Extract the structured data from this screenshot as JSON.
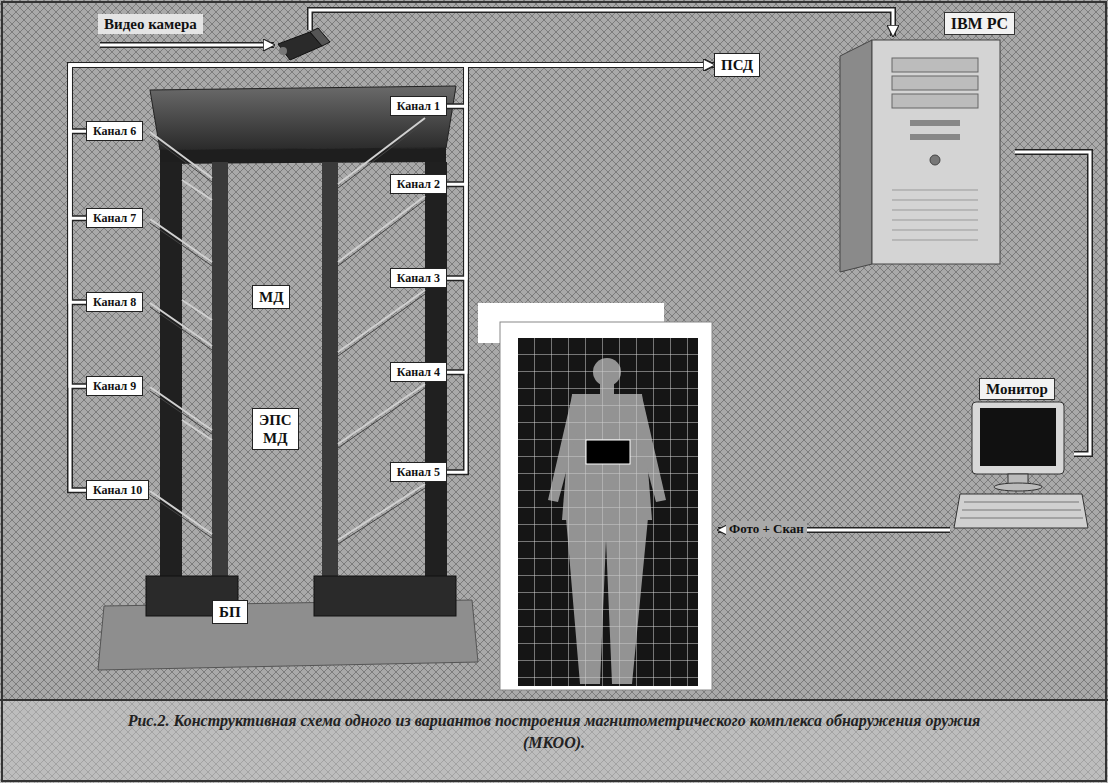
{
  "diagram": {
    "caption": "Рис.2. Конструктивная схема одного из вариантов построения магнитометрического комплекса обнаружения оружия (МКОО).",
    "nodes": [
      {
        "text": [
          "Видео камера"
        ]
      },
      {
        "text": [
          "IBM PC"
        ]
      },
      {
        "text": [
          "ПСД"
        ]
      },
      {
        "text": [
          "Канал 6"
        ]
      },
      {
        "text": [
          "Канал 7"
        ]
      },
      {
        "text": [
          "Канал 8"
        ]
      },
      {
        "text": [
          "Канал 9"
        ]
      },
      {
        "text": [
          "Канал 10"
        ]
      },
      {
        "text": [
          "Канал 1"
        ]
      },
      {
        "text": [
          "Канал 2"
        ]
      },
      {
        "text": [
          "Канал 3"
        ]
      },
      {
        "text": [
          "Канал 4"
        ]
      },
      {
        "text": [
          "Канал 5"
        ]
      },
      {
        "text": [
          "МД"
        ]
      },
      {
        "text": [
          "ЭПС МД"
        ]
      },
      {
        "text": [
          "Монитор"
        ]
      },
      {
        "text": [
          "БП"
        ]
      }
    ],
    "edges": [
      {
        "from": 3,
        "to": 2,
        "arrow": "to"
      },
      {
        "from": 4,
        "to": 2,
        "arrow": "to"
      },
      {
        "from": 5,
        "to": 2,
        "arrow": "to"
      },
      {
        "from": 6,
        "to": 2,
        "arrow": "to"
      },
      {
        "from": 7,
        "to": 2,
        "arrow": "to"
      },
      {
        "from": 8,
        "to": 2,
        "arrow": "to"
      },
      {
        "from": 9,
        "to": 2,
        "arrow": "to"
      },
      {
        "from": 10,
        "to": 2,
        "arrow": "to"
      },
      {
        "from": 11,
        "to": 2,
        "arrow": "to"
      },
      {
        "from": 12,
        "to": 2,
        "arrow": "to"
      },
      {
        "from": 1,
        "to": 15,
        "arrow": "none"
      }
    ],
    "labels": [
      "Фото + Скан"
    ]
  }
}
